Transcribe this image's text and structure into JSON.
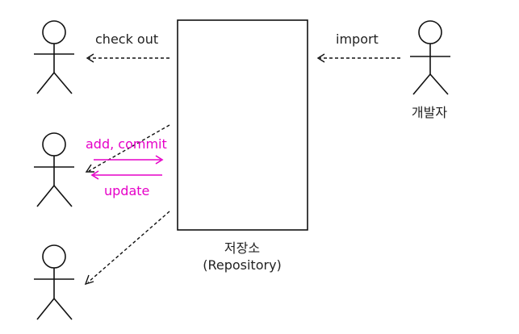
{
  "labels": {
    "check_out": "check out",
    "import": "import",
    "developer": "개발자",
    "add_commit": "add, commit",
    "update": "update",
    "repository_korean": "저장소",
    "repository_english": "(Repository)"
  },
  "colors": {
    "line": "#111111",
    "text": "#222222",
    "highlight": "#e600c8",
    "background": "#ffffff"
  }
}
